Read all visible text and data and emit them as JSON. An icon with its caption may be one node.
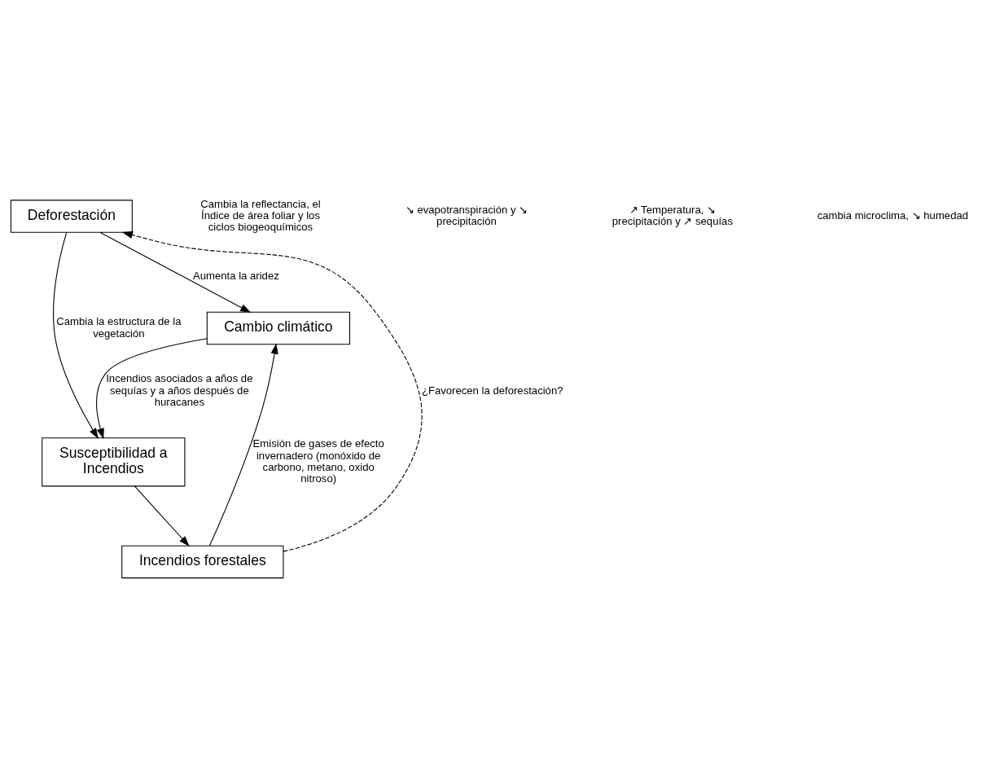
{
  "diagram": {
    "nodes": [
      {
        "text": [
          "Cambio climático"
        ]
      },
      {
        "text": [
          "Deforestación"
        ]
      },
      {
        "text": [
          "Susceptibilidad a Incendios"
        ]
      },
      {
        "text": [
          "Incendios forestales"
        ]
      }
    ],
    "edges": [
      {
        "from": 1,
        "to": 0,
        "arrow": "to",
        "label": "Aumenta la aridez"
      },
      {
        "from": 1,
        "to": 2,
        "arrow": "to",
        "label": "Cambia la estructura de la vegetación"
      },
      {
        "from": 0,
        "to": 2,
        "arrow": "to",
        "label": "Incendios asociados a años de sequías y a años después de huracanes"
      },
      {
        "from": 2,
        "to": 3,
        "arrow": "to"
      },
      {
        "from": 3,
        "to": 0,
        "arrow": "to",
        "label": "Emisión de gases de efecto invernadero (monóxido de carbono, metano, oxido nitroso)"
      },
      {
        "from": 3,
        "to": 1,
        "arrow": "to",
        "style": "dashed",
        "label": "¿Favorecen la deforestación?"
      }
    ],
    "labels": [
      "Cambia la reflectancia, el Índice de área foliar y los ciclos biogeoquímicos",
      "↘ evapotranspiración y ↘ precipitación",
      "↗ Temperatura, ↘ precipitación y ↗ sequías",
      "cambia microclima, ↘ humedad"
    ]
  }
}
